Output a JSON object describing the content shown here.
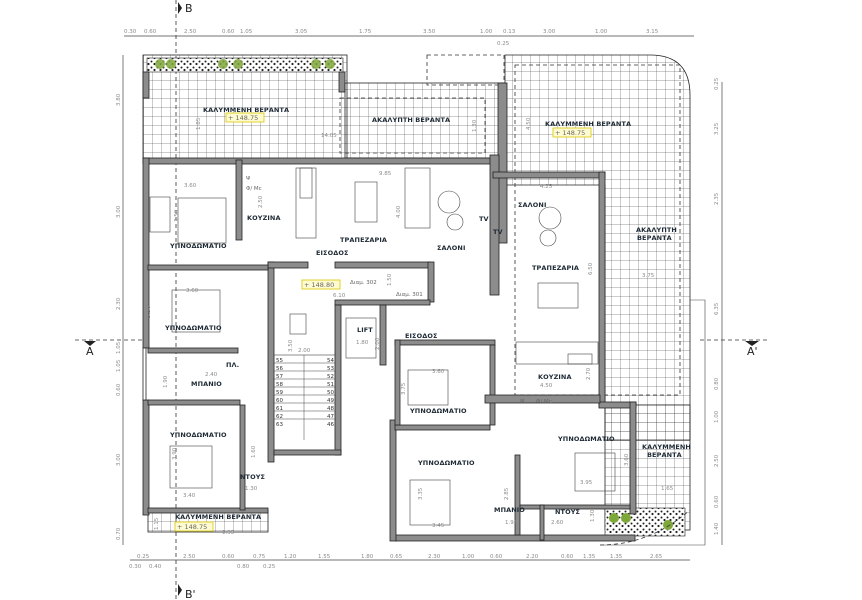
{
  "section_marks": {
    "b_top": "B",
    "b_bottom": "B'",
    "a_left": "A",
    "a_right": "A'"
  },
  "rooms": {
    "veranda_covered_top_left": "ΚΑΛΥΜΜΕΝΗ ΒΕΡΑΝΤΑ",
    "veranda_uncovered_top": "ΑΚΑΛΥΠΤΗ ΒΕΡΑΝΤΑ",
    "veranda_covered_top_right": "ΚΑΛΥΜΜΕΝΗ ΒΕΡΑΝΤΑ",
    "veranda_uncovered_right_1": "ΑΚΑΛΥΠΤΗ",
    "veranda_uncovered_right_2": "ΒΕΡΑΝΤΑ",
    "veranda_covered_right_1": "ΚΑΛΥΜΜΕΝΗ",
    "veranda_covered_right_2": "ΒΕΡΑΝΤΑ",
    "veranda_covered_bottom": "ΚΑΛΥΜΜΕΝΗ ΒΕΡΑΝΤΑ",
    "bedroom_1": "ΥΠΝΟΔΩΜΑΤΙΟ",
    "bedroom_2": "ΥΠΝΟΔΩΜΑΤΙΟ",
    "bedroom_3": "ΥΠΝΟΔΩΜΑΤΙΟ",
    "bathroom_left": "ΜΠΑΝΙΟ",
    "laundry_left": "ΠΛ.",
    "shower_left": "ΝΤΟΥΣ",
    "kitchen_left": "ΚΟΥΖΙΝΑ",
    "dining_left": "ΤΡΑΠΕΖΑΡΙΑ",
    "entrance_left": "ΕΙΣΟΔΟΣ",
    "living_left": "ΣΑΛΟΝΙ",
    "tv_1": "TV",
    "tv_2": "TV",
    "lift": "LIFT",
    "apt_302": "Διαμ. 302",
    "apt_301": "Διαμ. 301",
    "entrance_right": "ΕΙΣΟΔΟΣ",
    "living_right": "ΣΑΛΟΝΙ",
    "dining_right": "ΤΡΑΠΕΖΑΡΙΑ",
    "kitchen_right": "ΚΟΥΖΙΝΑ",
    "bedroom_4": "ΥΠΝΟΔΩΜΑΤΙΟ",
    "bedroom_5": "ΥΠΝΟΔΩΜΑΤΙΟ",
    "bedroom_6": "ΥΠΝΟΔΩΜΑΤΙΟ",
    "bathroom_right": "ΜΠΑΝΙΟ",
    "shower_right": "ΝΤΟΥΣ",
    "fridge_left": "Ψ",
    "washer_left": "Φ/ Mc",
    "fridge_right": "Ψ",
    "washer_right": "Φ/ Mc"
  },
  "elevation_tags": [
    "148.75",
    "148.75",
    "148.80",
    "148.75"
  ],
  "stair_numbers_left": [
    "55",
    "56",
    "57",
    "58",
    "59",
    "60",
    "61",
    "62",
    "63"
  ],
  "stair_numbers_right": [
    "54",
    "53",
    "52",
    "51",
    "50",
    "49",
    "48",
    "47",
    "46"
  ],
  "dimensions": {
    "top": [
      "0.30",
      "0.60",
      "2.50",
      "0.60",
      "1.05",
      "3.05",
      "1.75",
      "3.50",
      "1.00",
      "0.13",
      "3.00",
      "1.00",
      "3.15"
    ],
    "top_sub": "0.25",
    "bottom": [
      "0.25",
      "2.50",
      "0.60",
      "0.75",
      "1.20",
      "1.55",
      "1.80",
      "0.65",
      "2.30",
      "1.00",
      "0.60",
      "2.20",
      "0.60",
      "1.35",
      "1.35",
      "2.65"
    ],
    "bottom_sub": [
      "0.30",
      "0.40",
      "0.80",
      "0.25"
    ],
    "left": [
      "3.80",
      "3.00",
      "2.30",
      "1.05",
      "1.05",
      "0.60",
      "3.00",
      "0.70"
    ],
    "right": [
      "0.25",
      "3.25",
      "2.35",
      "6.35",
      "0.80",
      "1.00",
      "2.50",
      "0.60",
      "1.40"
    ],
    "interior": {
      "veranda_len": "14.05",
      "bed1_w": "3.60",
      "bed1_h": "3.50",
      "kitchen_h": "2.50",
      "living_w": "9.85",
      "living_h": "4.00",
      "bed2_w": "3.60",
      "bed2_h": "3.50",
      "corridor_w": "6.10",
      "corridor_h": "1.50",
      "bath_w": "2.40",
      "bath_h": "1.90",
      "bed3_w": "3.40",
      "bed3_h": "3.90",
      "shower_w": "1.30",
      "shower_h": "1.60",
      "stair_w": "2.00",
      "stair_h": "3.50",
      "lift_w": "1.80",
      "lift_h": "2.00",
      "veranda_bottom_w": "1.95",
      "veranda_bottom_h": "1.15",
      "living_r_w": "4.25",
      "living_r_h": "6.50",
      "kitchen_r_w": "4.50",
      "kitchen_r_h": "2.70",
      "bed4_w": "3.60",
      "bed4_h": "3.75",
      "bed5_w": "3.45",
      "bed5_h": "3.35",
      "bed6_w": "3.95",
      "bed6_h": "3.60",
      "bath_r_w": "1.95",
      "bath_r_h": "2.85",
      "shower_r_w": "2.60",
      "shower_r_h": "1.30",
      "ver_r_w": "3.75",
      "ver_cov_w": "1.65",
      "ver_top_h": "1.85",
      "ver_mid_h": "1.30",
      "ver_right_h": "4.50"
    }
  },
  "colors": {
    "wall": "#8c8c8c",
    "planter": "#7fa83a",
    "tag": "#fffbd0"
  }
}
